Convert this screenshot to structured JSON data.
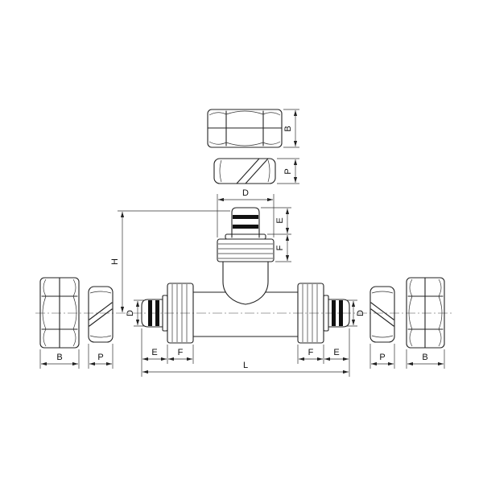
{
  "dimension_labels": {
    "B": "B",
    "P": "P",
    "D": "D",
    "E": "E",
    "F": "F",
    "H": "H",
    "L": "L"
  },
  "colors": {
    "line": "#222222",
    "background": "#ffffff",
    "seal_band": "#111111"
  }
}
